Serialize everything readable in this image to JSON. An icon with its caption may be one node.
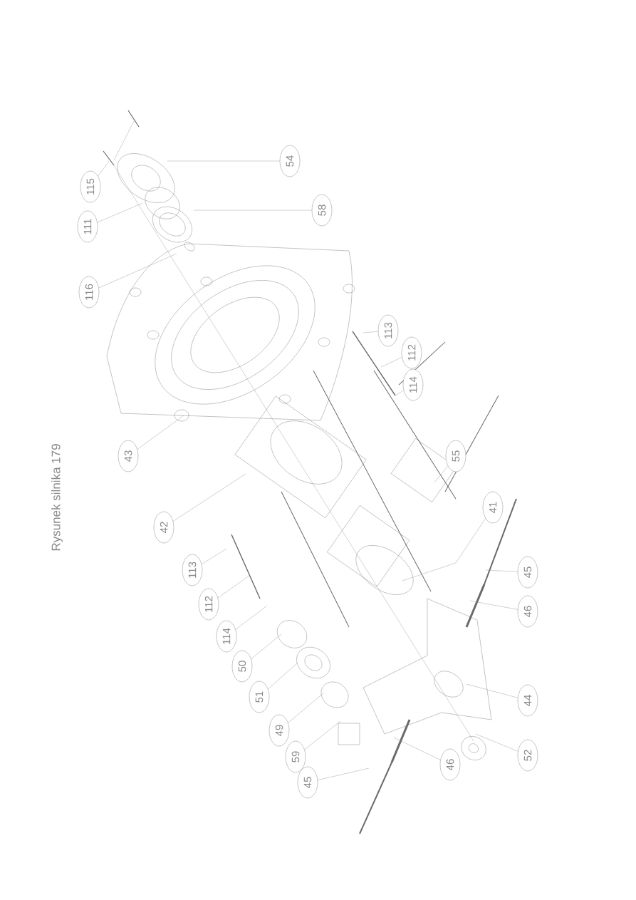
{
  "diagram": {
    "title": "Rysunek silnika 179",
    "nodes": [
      {
        "text": [
          "115"
        ]
      },
      {
        "text": [
          "111"
        ]
      },
      {
        "text": [
          "116"
        ]
      },
      {
        "text": [
          "54"
        ]
      },
      {
        "text": [
          "58"
        ]
      },
      {
        "text": [
          "43"
        ]
      },
      {
        "text": [
          "42"
        ]
      },
      {
        "text": [
          "113"
        ]
      },
      {
        "text": [
          "112"
        ]
      },
      {
        "text": [
          "114"
        ]
      },
      {
        "text": [
          "50"
        ]
      },
      {
        "text": [
          "51"
        ]
      },
      {
        "text": [
          "49"
        ]
      },
      {
        "text": [
          "59"
        ]
      },
      {
        "text": [
          "45"
        ]
      },
      {
        "text": [
          "46"
        ]
      },
      {
        "text": [
          "52"
        ]
      },
      {
        "text": [
          "44"
        ]
      },
      {
        "text": [
          "46"
        ]
      },
      {
        "text": [
          "45"
        ]
      },
      {
        "text": [
          "41"
        ]
      },
      {
        "text": [
          "55"
        ]
      },
      {
        "text": [
          "114"
        ]
      },
      {
        "text": [
          "112"
        ]
      },
      {
        "text": [
          "113"
        ]
      }
    ],
    "edges": [
      {
        "from": 0,
        "to": null,
        "arrow": "none"
      },
      {
        "from": 1,
        "to": null,
        "arrow": "none"
      },
      {
        "from": 2,
        "to": null,
        "arrow": "none"
      },
      {
        "from": 3,
        "to": null,
        "arrow": "none"
      },
      {
        "from": 4,
        "to": null,
        "arrow": "none"
      },
      {
        "from": 5,
        "to": null,
        "arrow": "none"
      },
      {
        "from": 6,
        "to": null,
        "arrow": "none"
      },
      {
        "from": 7,
        "to": null,
        "arrow": "none"
      },
      {
        "from": 8,
        "to": null,
        "arrow": "none"
      },
      {
        "from": 9,
        "to": null,
        "arrow": "none"
      },
      {
        "from": 10,
        "to": null,
        "arrow": "none"
      },
      {
        "from": 11,
        "to": null,
        "arrow": "none"
      },
      {
        "from": 12,
        "to": null,
        "arrow": "none"
      },
      {
        "from": 13,
        "to": null,
        "arrow": "none"
      },
      {
        "from": 14,
        "to": null,
        "arrow": "none"
      },
      {
        "from": 15,
        "to": null,
        "arrow": "none"
      },
      {
        "from": 16,
        "to": null,
        "arrow": "none"
      },
      {
        "from": 17,
        "to": null,
        "arrow": "none"
      },
      {
        "from": 18,
        "to": null,
        "arrow": "none"
      },
      {
        "from": 19,
        "to": null,
        "arrow": "none"
      },
      {
        "from": 20,
        "to": null,
        "arrow": "none"
      },
      {
        "from": 21,
        "to": null,
        "arrow": "none"
      },
      {
        "from": 22,
        "to": null,
        "arrow": "none"
      },
      {
        "from": 23,
        "to": null,
        "arrow": "none"
      },
      {
        "from": 24,
        "to": null,
        "arrow": "none"
      }
    ]
  }
}
